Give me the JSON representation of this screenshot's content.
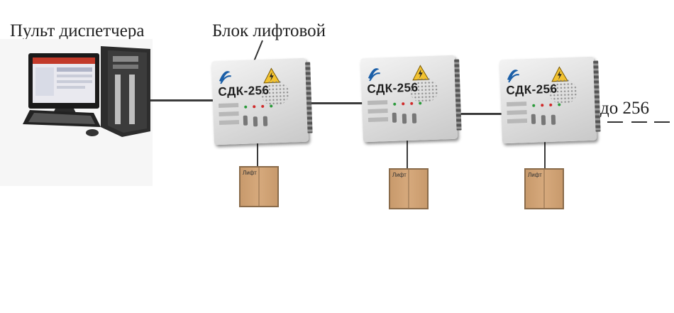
{
  "labels": {
    "console": "Пульт диспетчера",
    "block": "Блок лифтовой",
    "more": "до 256"
  },
  "units": [
    {
      "model": "СДК-256",
      "lift": "Лифт"
    },
    {
      "model": "СДК-256",
      "lift": "Лифт"
    },
    {
      "model": "СДК-256",
      "lift": "Лифт"
    }
  ],
  "colors": {
    "wire": "#3b3b3b",
    "lift_door": "#d6a97c",
    "warning": "#f2c230",
    "logo": "#1b5fa8"
  },
  "icons": [
    "computer-icon",
    "monitor-icon",
    "keyboard-icon",
    "warning-icon",
    "company-logo-icon",
    "speaker-grill-icon"
  ]
}
